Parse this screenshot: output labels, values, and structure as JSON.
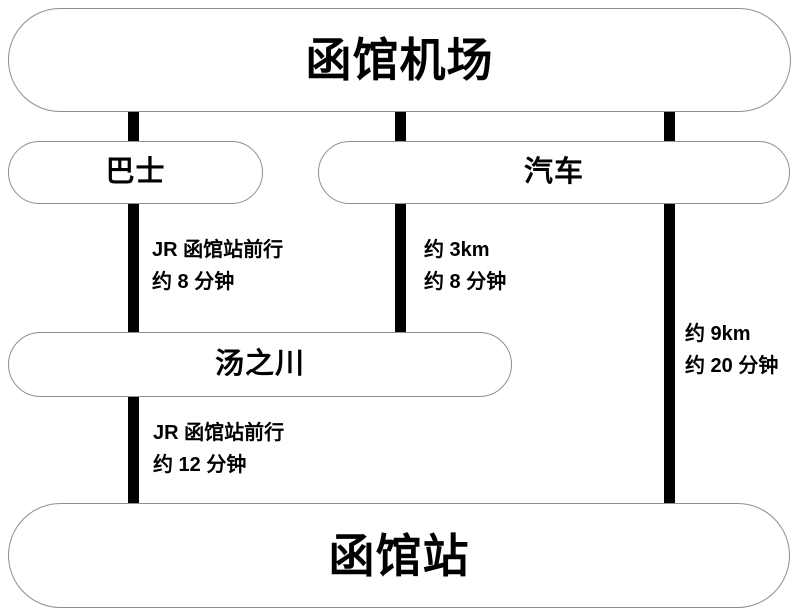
{
  "nodes": {
    "airport": {
      "label": "函馆机场"
    },
    "bus": {
      "label": "巴士"
    },
    "car": {
      "label": "汽车"
    },
    "yunokawa": {
      "label": "汤之川"
    },
    "station": {
      "label": "函馆站"
    }
  },
  "annotations": {
    "bus_route": {
      "line1": "JR 函馆站前行",
      "line2": "约 8 分钟"
    },
    "car_to_yunokawa": {
      "line1": "约 3km",
      "line2": "约 8 分钟"
    },
    "car_to_station": {
      "line1": "约 9km",
      "line2": "约 20 分钟"
    },
    "train_to_station": {
      "line1": "JR 函馆站前行",
      "line2": "约 12 分钟"
    }
  },
  "colors": {
    "background": "#ffffff",
    "connector_line": "#000000",
    "node_border": "#8f8f8f",
    "text": "#000000"
  }
}
